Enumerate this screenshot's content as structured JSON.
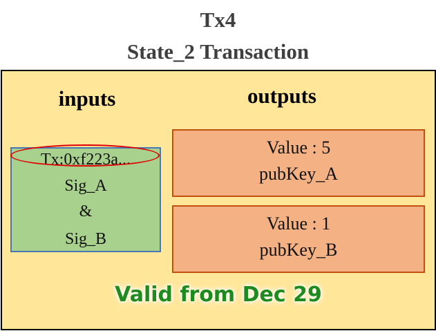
{
  "title": {
    "line1": "Tx4",
    "line2": "State_2 Transaction"
  },
  "inputs": {
    "label": "inputs",
    "tx_ref": "Tx:0xf223a...",
    "sig_a": "Sig_A",
    "and": "&",
    "sig_b": "Sig_B"
  },
  "outputs": {
    "label": "outputs",
    "items": [
      {
        "value": "Value : 5",
        "pubkey": "pubKey_A"
      },
      {
        "value": "Value : 1",
        "pubkey": "pubKey_B"
      }
    ]
  },
  "validity": "Valid from Dec 29",
  "colors": {
    "tx_box": "#ffe699",
    "input_box": "#a9d18e",
    "output_box": "#f4b183",
    "highlight": "#e00000",
    "valid_text": "#1f8a1f"
  }
}
